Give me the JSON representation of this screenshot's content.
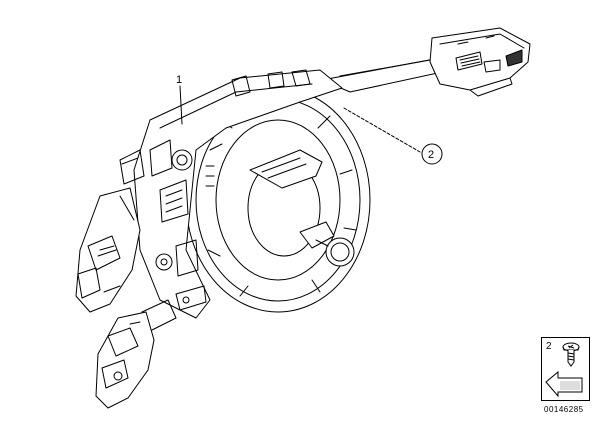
{
  "callouts": [
    {
      "number": "1"
    },
    {
      "number": "2"
    }
  ],
  "inset": {
    "label": "2"
  },
  "diagram_id": "00146285"
}
